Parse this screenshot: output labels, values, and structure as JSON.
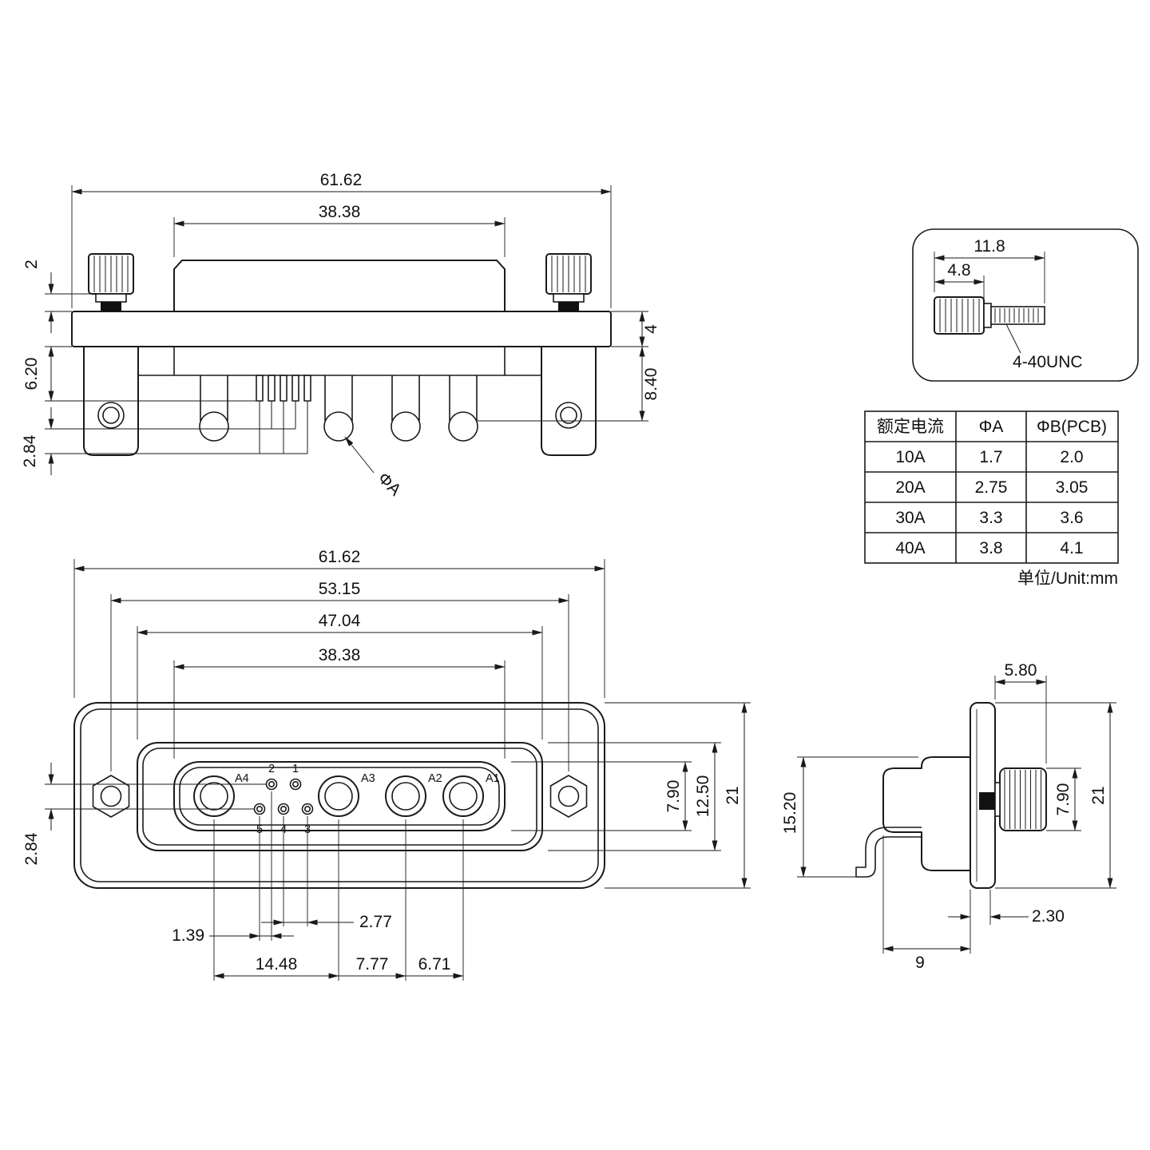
{
  "top_view": {
    "overall_width": "61.62",
    "shell_width": "38.38",
    "washer_height": "2",
    "flange_thickness": "4",
    "body_depth": "6.20",
    "contact_length": "8.40",
    "tail_length": "2.84",
    "hole_callout": "ΦA"
  },
  "screw_detail": {
    "overall_length": "11.8",
    "head_length": "4.8",
    "thread_spec": "4-40UNC"
  },
  "spec_table": {
    "headers": [
      "额定电流",
      "ΦA",
      "ΦB(PCB)"
    ],
    "rows": [
      [
        "10A",
        "1.7",
        "2.0"
      ],
      [
        "20A",
        "2.75",
        "3.05"
      ],
      [
        "30A",
        "3.3",
        "3.6"
      ],
      [
        "40A",
        "3.8",
        "4.1"
      ]
    ],
    "units_note": "单位/Unit:mm"
  },
  "front_view": {
    "overall_width": "61.62",
    "mount_pitch": "53.15",
    "face_width": "47.04",
    "shell_width": "38.38",
    "row_offset_v": "2.84",
    "shell_height": "7.90",
    "face_height": "12.50",
    "overall_height": "21",
    "row_offset_h": "1.39",
    "a4_a3_pitch": "14.48",
    "pin_pitch": "2.77",
    "a3_a2_pitch": "7.77",
    "a2_a1_pitch": "6.71",
    "labels": {
      "a1": "A1",
      "a2": "A2",
      "a3": "A3",
      "a4": "A4",
      "p1": "1",
      "p2": "2",
      "p3": "3",
      "p4": "4",
      "p5": "5"
    }
  },
  "side_view": {
    "screw_protrusion": "5.80",
    "body_depth": "15.20",
    "knob_height": "7.90",
    "overall_height": "21",
    "flange_offset": "2.30",
    "rear_depth": "9"
  }
}
